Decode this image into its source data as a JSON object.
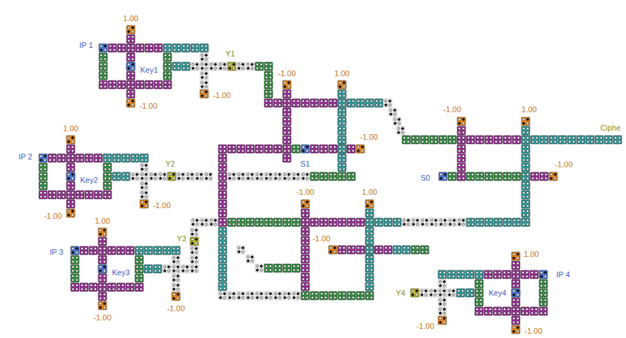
{
  "diagram": {
    "labels": [
      "1.00",
      "IP 1",
      "Key1",
      "Y1",
      "-1.00",
      "1.00",
      "-1.00",
      "-1.00",
      "-1.00",
      "1.00",
      "Ciphe",
      "1.00",
      "-1.00",
      "IP 2",
      "S1",
      "Y2",
      "-1.00",
      "S0",
      "Key2",
      "-1.00",
      "1.00",
      "-1.00",
      "-1.00",
      "1.00",
      "Y3",
      "-1.00",
      "IP 3",
      "1.00",
      "Key3",
      "IP 4",
      "Y4",
      "Key4",
      "-1.00",
      "-1.00",
      "-1.00",
      "-1.00"
    ]
  }
}
